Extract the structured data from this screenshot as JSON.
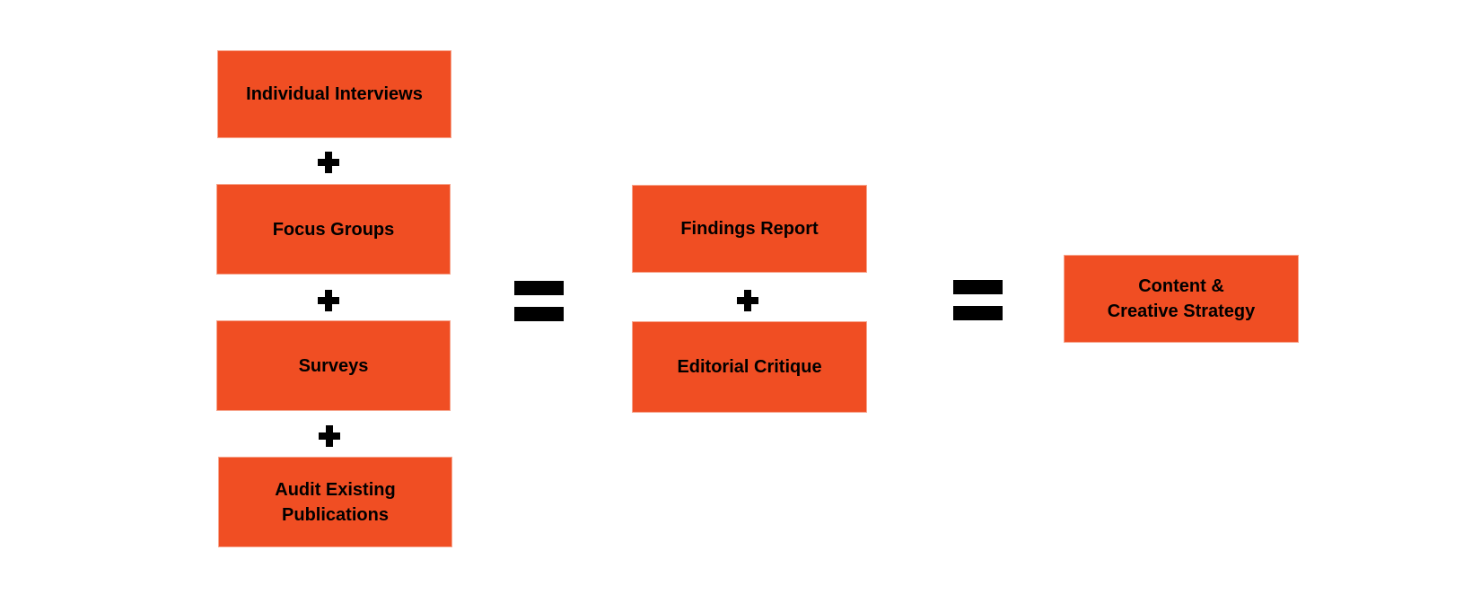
{
  "accent_color": "#F04E23",
  "inputs": [
    {
      "label": "Individual Interviews"
    },
    {
      "label": "Focus Groups"
    },
    {
      "label": "Surveys"
    },
    {
      "label": "Audit Existing\nPublications"
    }
  ],
  "outputs": [
    {
      "label": "Findings Report"
    },
    {
      "label": "Editorial Critique"
    }
  ],
  "result": {
    "line1": "Content &",
    "line2": "Creative Strategy"
  },
  "operators": {
    "plus": "plus-icon",
    "equals": "equals-icon"
  }
}
